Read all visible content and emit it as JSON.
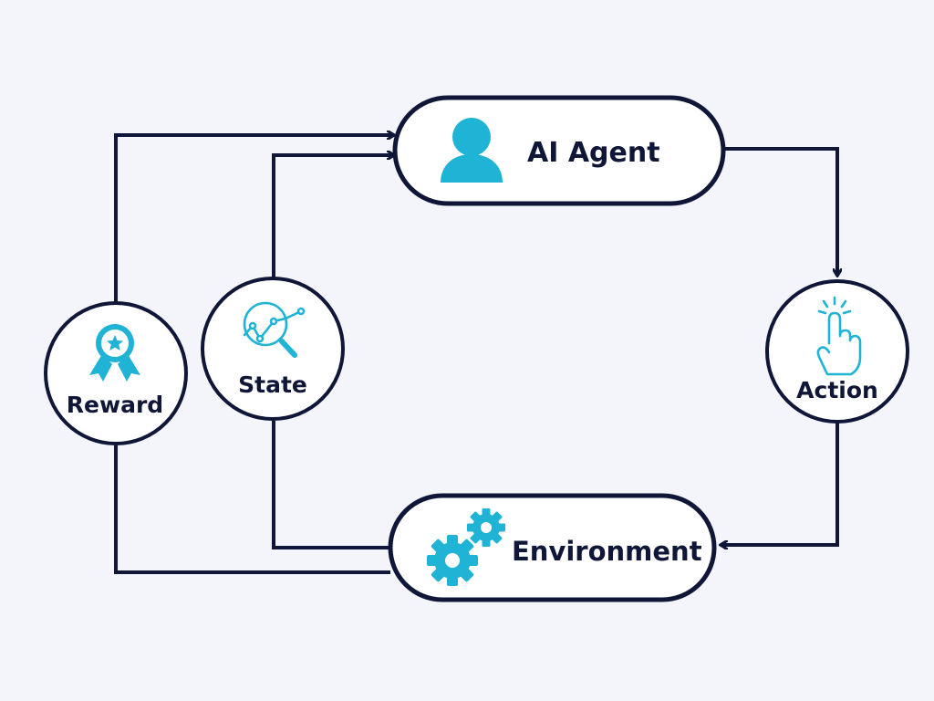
{
  "colors": {
    "background": "#f3f5fb",
    "line": "#0f1638",
    "node_fill": "#ffffff",
    "icon": "#1fb3d6"
  },
  "nodes": {
    "agent": {
      "label": "AI Agent",
      "icon": "person-icon"
    },
    "environment": {
      "label": "Environment",
      "icon": "gears-icon"
    },
    "action": {
      "label": "Action",
      "icon": "pointing-hand-icon"
    },
    "reward": {
      "label": "Reward",
      "icon": "award-ribbon-icon"
    },
    "state": {
      "label": "State",
      "icon": "chart-magnifier-icon"
    }
  },
  "edges": [
    {
      "from": "agent",
      "to": "action"
    },
    {
      "from": "action",
      "to": "environment"
    },
    {
      "from": "environment",
      "to": "state"
    },
    {
      "from": "environment",
      "to": "reward"
    },
    {
      "from": "state",
      "to": "agent"
    },
    {
      "from": "reward",
      "to": "agent"
    }
  ]
}
